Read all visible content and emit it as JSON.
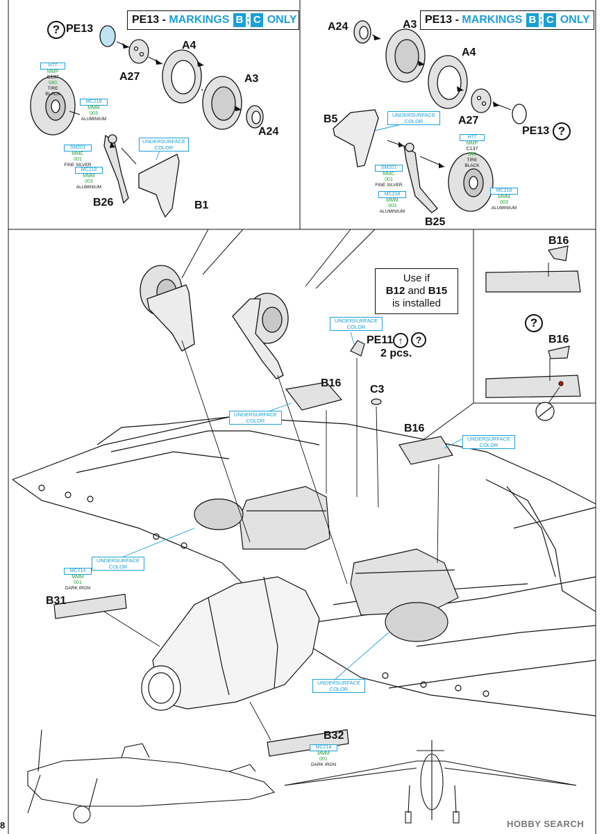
{
  "page": {
    "number": "8"
  },
  "top_left": {
    "banner": {
      "prefix": "PE13 - ",
      "markings": "MARKINGS",
      "m1": "B",
      "sep": ";",
      "m2": "C",
      "only": "ONLY"
    },
    "pe13_label": "PE13",
    "parts": {
      "a4": "A4",
      "a27": "A27",
      "a3": "A3",
      "a24": "A24",
      "b26": "B26",
      "b1": "B1"
    },
    "tire": {
      "code1": "H77",
      "code2": "MMP",
      "code3": "C137",
      "code4": "040",
      "name": "TIRE BLACK"
    },
    "hub": {
      "code1": "MC218",
      "code2": "MMM",
      "code3": "003",
      "name": "ALUMINIUM"
    },
    "strut_silver": {
      "code1": "SM201",
      "code2": "MMC",
      "code3": "001",
      "name": "FINE SILVER"
    },
    "strut_alu": {
      "code1": "MC218",
      "code2": "MMM",
      "code3": "003",
      "name": "ALUMINIUM"
    },
    "undersurface": "UNDERSURFACE COLOR"
  },
  "top_right": {
    "banner": {
      "prefix": "PE13 - ",
      "markings": "MARKINGS",
      "m1": "B",
      "sep": ";",
      "m2": "C",
      "only": "ONLY"
    },
    "parts": {
      "a24": "A24",
      "a3": "A3",
      "a4": "A4",
      "a27": "A27",
      "pe13": "PE13",
      "b5": "B5",
      "b25": "B25"
    },
    "undersurface": "UNDERSURFACE COLOR",
    "strut_silver": {
      "code1": "SM201",
      "code2": "MMC",
      "code3": "001",
      "name": "FINE SILVER"
    },
    "strut_alu": {
      "code1": "MC218",
      "code2": "MMM",
      "code3": "003",
      "name": "ALUMINIUM"
    },
    "tire": {
      "code1": "H77",
      "code2": "MMP",
      "code3": "C137",
      "code4": "040",
      "name": "TIRE BLACK"
    },
    "hub": {
      "code1": "MC218",
      "code2": "MMM",
      "code3": "003",
      "name": "ALUMINIUM"
    }
  },
  "main": {
    "note": {
      "line1": "Use if",
      "b12": "B12",
      "and": " and ",
      "b15": "B15",
      "line3": "is installed"
    },
    "pe11": "PE11",
    "pe11_qty": "2 pcs.",
    "b16_a": "B16",
    "b16_b": "B16",
    "c3": "C3",
    "b31": "B31",
    "b32": "B32",
    "undersurface_1": "UNDERSURFACE COLOR",
    "undersurface_2": "UNDERSURFACE COLOR",
    "undersurface_3": "UNDERSURFACE COLOR",
    "undersurface_4": "UNDERSURFACE COLOR",
    "undersurface_5": "UNDERSURFACE COLOR",
    "exhaust_l": {
      "code1": "MC214",
      "code2": "MMM",
      "code3": "001",
      "name": "DARK IRON"
    },
    "exhaust_r": {
      "code1": "MC214",
      "code2": "MMM",
      "code3": "001",
      "name": "DARK IRON"
    }
  },
  "side_panel": {
    "b16_top": "B16",
    "b16_bottom": "B16"
  },
  "watermark": "HOBBY SEARCH",
  "colors": {
    "accent": "#1aa0d8",
    "paint_green": "#23a03a",
    "panel_grey": "#e2e2e2",
    "ink": "#111111"
  }
}
